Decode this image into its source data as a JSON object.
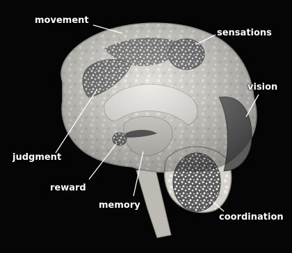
{
  "labels": {
    "movement": "movement",
    "sensations": "sensations",
    "vision": "vision",
    "judgment": "judgment",
    "reward": "reward",
    "memory": "memory",
    "coordination": "coordination"
  },
  "colors": {
    "background": "#050505",
    "brain": "#d9d6cf",
    "region_dark": "#4a4a4a",
    "text": "#ffffff"
  }
}
